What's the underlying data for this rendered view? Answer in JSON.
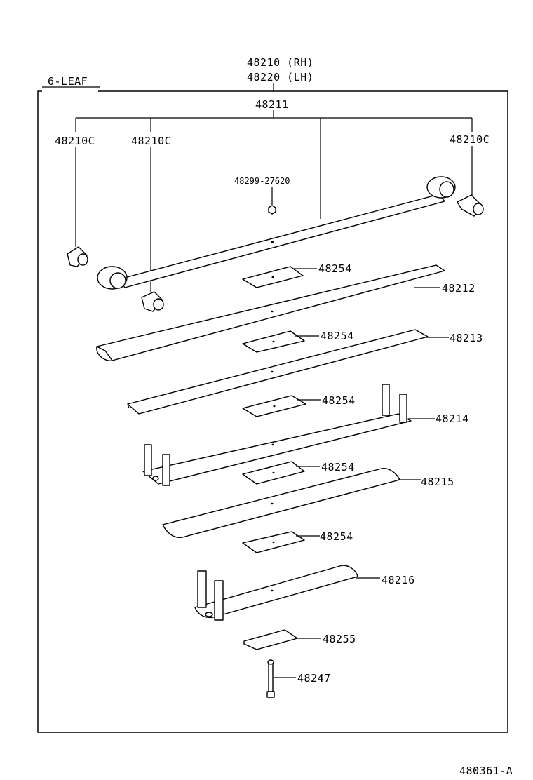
{
  "section_label": "6-LEAF",
  "header": {
    "line1": "48210 (RH)",
    "line2": "48220 (LH)"
  },
  "parts": {
    "leaf_assembly": "48211",
    "bushing_left_outer": "48210C",
    "bushing_left_inner": "48210C",
    "bushing_right": "48210C",
    "nut": "48299-27620",
    "leaf2": "48212",
    "leaf3": "48213",
    "leaf4": "48214",
    "leaf5": "48215",
    "leaf6": "48216",
    "liner1": "48254",
    "liner2": "48254",
    "liner3": "48254",
    "liner4": "48254",
    "liner5": "48254",
    "spacer": "48255",
    "center_bolt": "48247"
  },
  "figure_id": "480361-A"
}
